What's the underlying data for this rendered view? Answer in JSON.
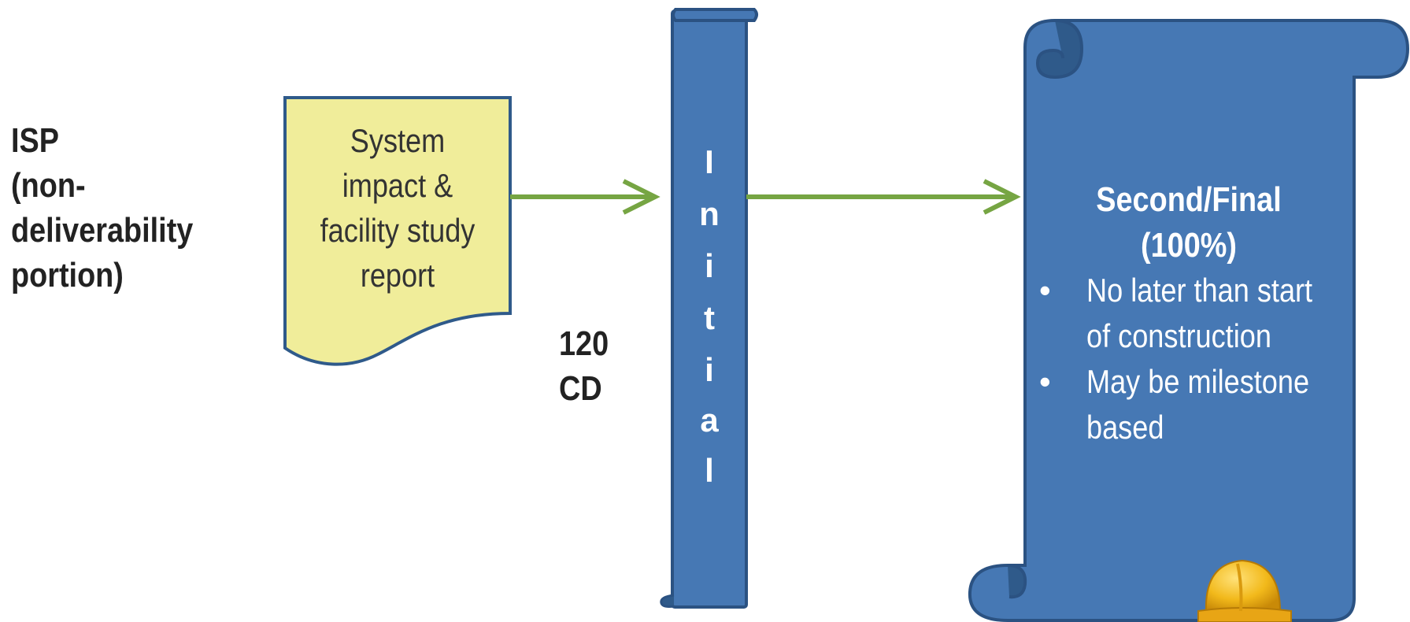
{
  "left_label": {
    "lines": [
      "ISP",
      "(non-",
      "deliverability",
      "portion)"
    ]
  },
  "document_shape": {
    "lines": [
      "System",
      "impact &",
      "facility study",
      "report"
    ],
    "fill": "#F0ED9A",
    "stroke": "#2F5A8A"
  },
  "duration_label": {
    "lines": [
      "120",
      "CD"
    ]
  },
  "initial_scroll": {
    "letters": [
      "I",
      "n",
      "i",
      "t",
      "i",
      "a",
      "l"
    ],
    "fill": "#4678B4",
    "stroke": "#2B5282"
  },
  "final_scroll": {
    "title_lines": [
      "Second/Final",
      "(100%)"
    ],
    "bullets": [
      "No later than start of construction",
      "May be milestone based"
    ],
    "bullet_symbol": "•",
    "fill": "#4678B4",
    "stroke": "#2B5282"
  },
  "arrow_color": "#76A543",
  "hardhat_icon": {
    "name": "hard-hat-icon",
    "color": "#F2B91B"
  }
}
